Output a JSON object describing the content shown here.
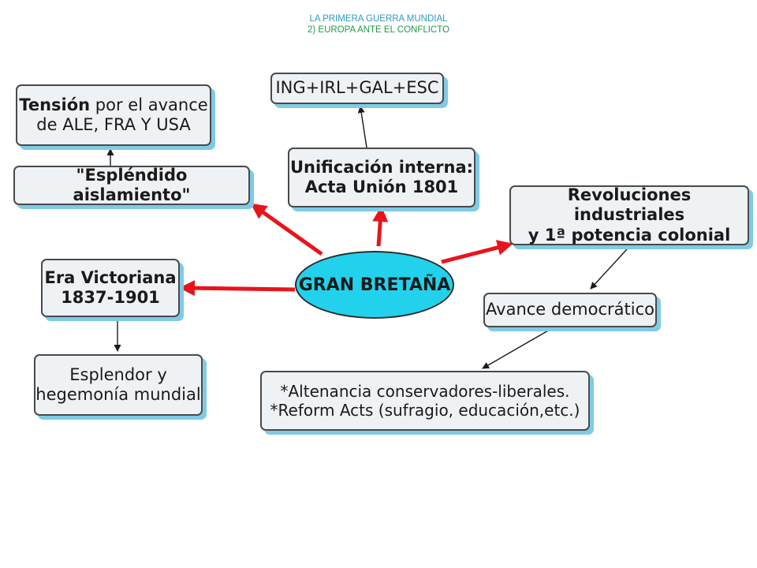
{
  "header": {
    "line1": "LA PRIMERA GUERRA MUNDIAL",
    "line2": "2) EUROPA ANTE EL CONFLICTO"
  },
  "center": {
    "label": "GRAN BRETAÑA",
    "fill": "#22d2ec"
  },
  "nodes": {
    "tension": {
      "bold": "Tensión",
      "rest": " por el avance",
      "line2": "de ALE, FRA Y USA"
    },
    "aislamiento": {
      "line1": "\"Espléndido aislamiento\""
    },
    "ing": {
      "line1": "ING+IRL+GAL+ESC"
    },
    "unificacion": {
      "line1": "Unificación interna:",
      "line2": "Acta Unión 1801"
    },
    "revoluciones": {
      "line1": "Revoluciones industriales",
      "line2": "y 1ª potencia colonial"
    },
    "victoriana": {
      "line1": "Era Victoriana",
      "line2": "1837-1901"
    },
    "esplendor": {
      "line1": "Esplendor y",
      "line2": "hegemonía mundial"
    },
    "avance": {
      "line1": "Avance democrático"
    },
    "altenancia": {
      "line1": "*Altenancia conservadores-liberales.",
      "line2": "*Reform Acts (sufragio, educación,etc.)"
    }
  },
  "colors": {
    "main_arrow": "#e8141b",
    "sub_arrow": "#1a1a1a",
    "shadow": "#7fcbe6",
    "node_fill": "#eef2f5"
  }
}
